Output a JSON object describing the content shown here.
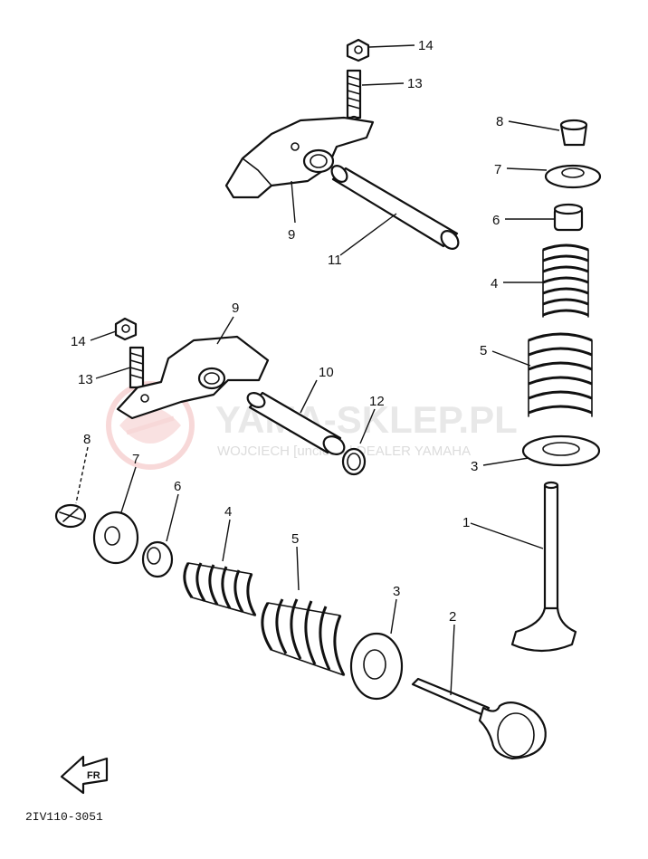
{
  "watermark": {
    "title": "YAMA-SKLEP.PL",
    "subtitle": "WOJCIECH [unclear] | DEALER YAMAHA",
    "logo_color": "#f2b9b9",
    "text_color": "#e6e6e6"
  },
  "callouts": {
    "c14_top": "14",
    "c13_top": "13",
    "c9_top": "9",
    "c11": "11",
    "c8_right": "8",
    "c7_right": "7",
    "c6_right": "6",
    "c4_right": "4",
    "c5_right": "5",
    "c3_right": "3",
    "c1": "1",
    "c9_mid": "9",
    "c14_mid": "14",
    "c13_mid": "13",
    "c10": "10",
    "c12": "12",
    "c8_left": "8",
    "c7_left": "7",
    "c6_left": "6",
    "c4_left": "4",
    "c5_left": "5",
    "c3_left": "3",
    "c2": "2"
  },
  "diagram_code": "2IV110-3051",
  "front_arrow_label": "FR",
  "ink_color": "#111111"
}
